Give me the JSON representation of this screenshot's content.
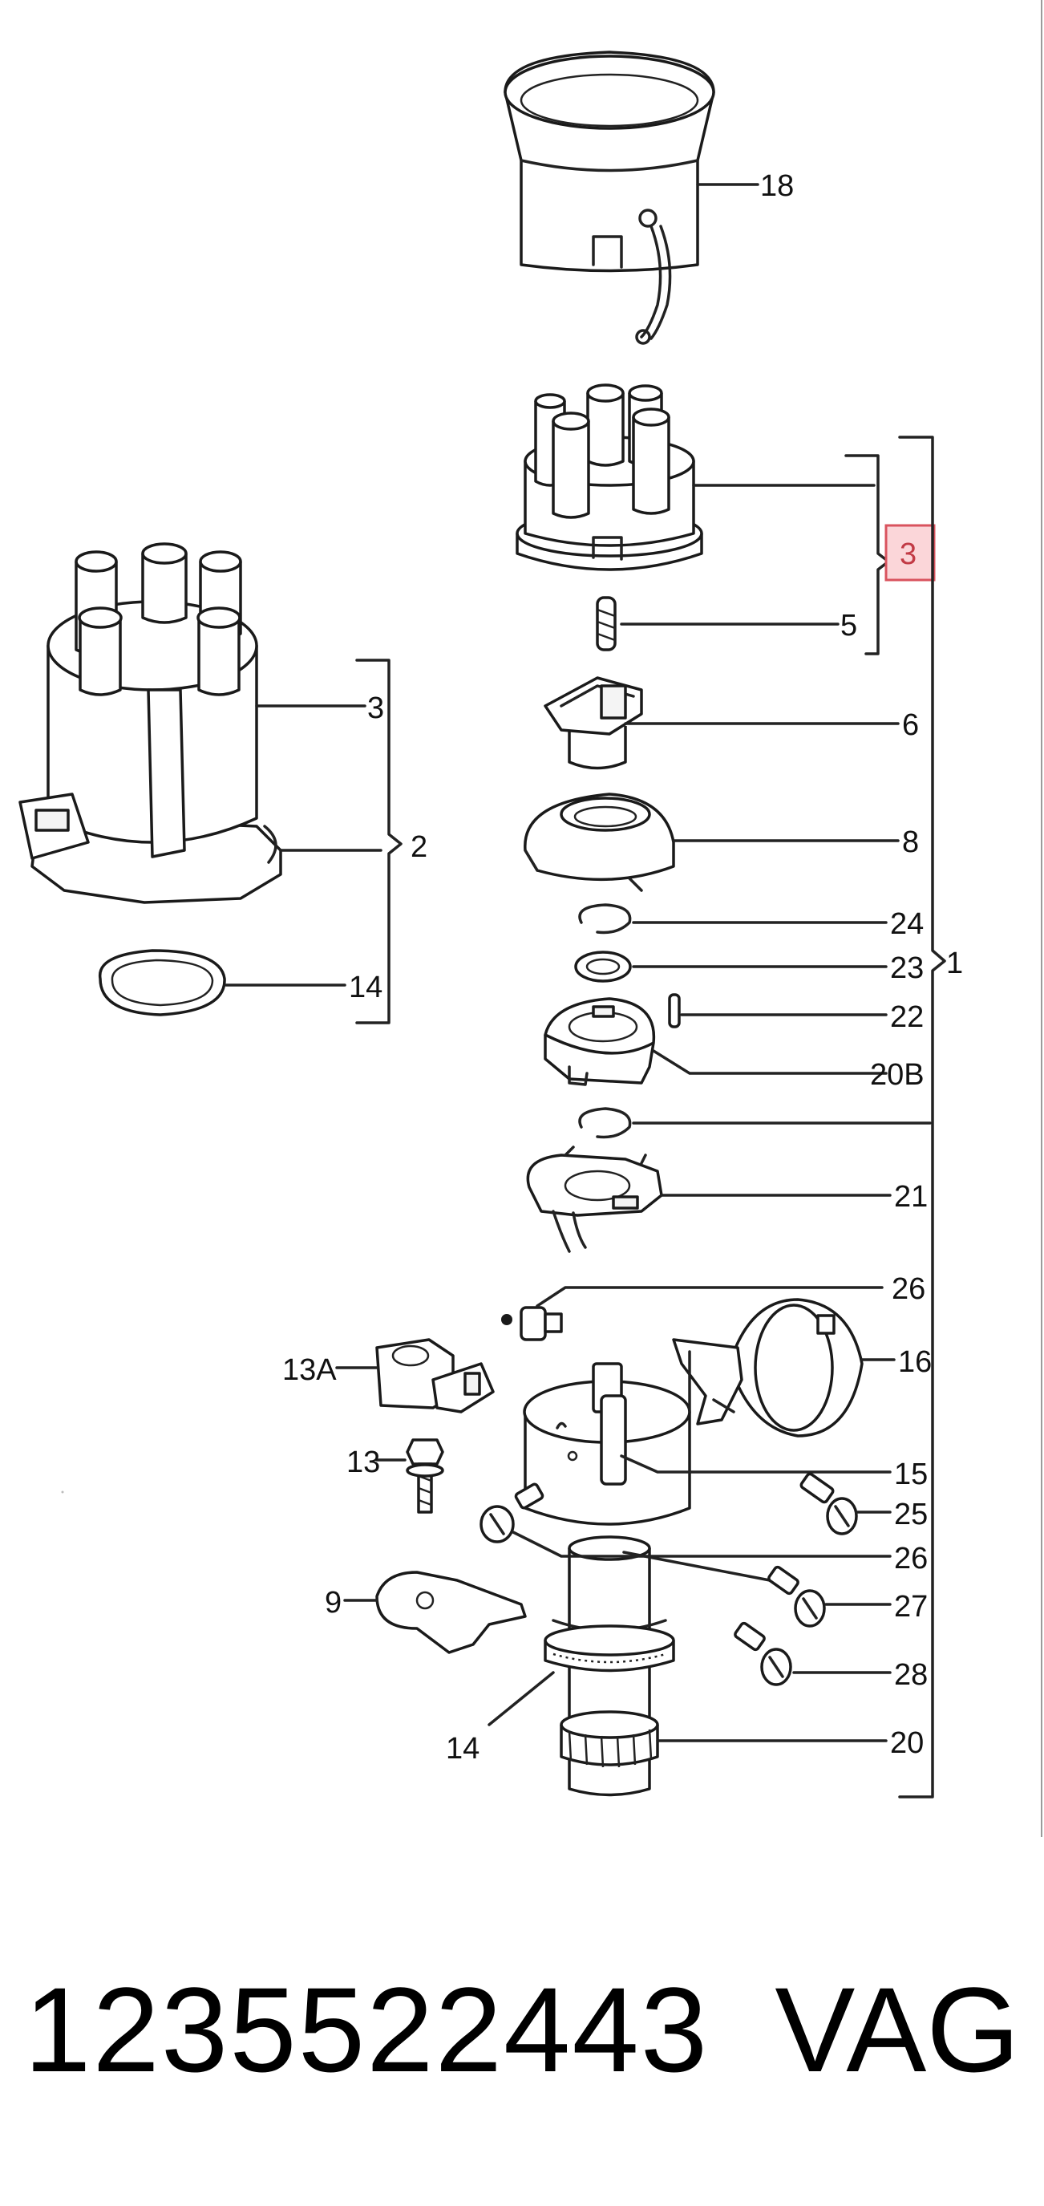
{
  "diagram": {
    "labels": {
      "p18": "18",
      "p3_top": "3",
      "p5": "5",
      "p1": "1",
      "p6": "6",
      "p8": "8",
      "p24": "24",
      "p23": "23",
      "p22": "22",
      "p20B": "20B",
      "p21": "21",
      "p26a": "26",
      "p16": "16",
      "p13A": "13A",
      "p13": "13",
      "p15": "15",
      "p25": "25",
      "p26b": "26",
      "p9": "9",
      "p27": "27",
      "p28": "28",
      "p14_bottom": "14",
      "p20": "20",
      "p3_left": "3",
      "p2": "2",
      "p14_left": "14"
    },
    "highlight_color": "#d9535e"
  },
  "footer": {
    "part_number": "1235522443",
    "brand": "VAG"
  }
}
